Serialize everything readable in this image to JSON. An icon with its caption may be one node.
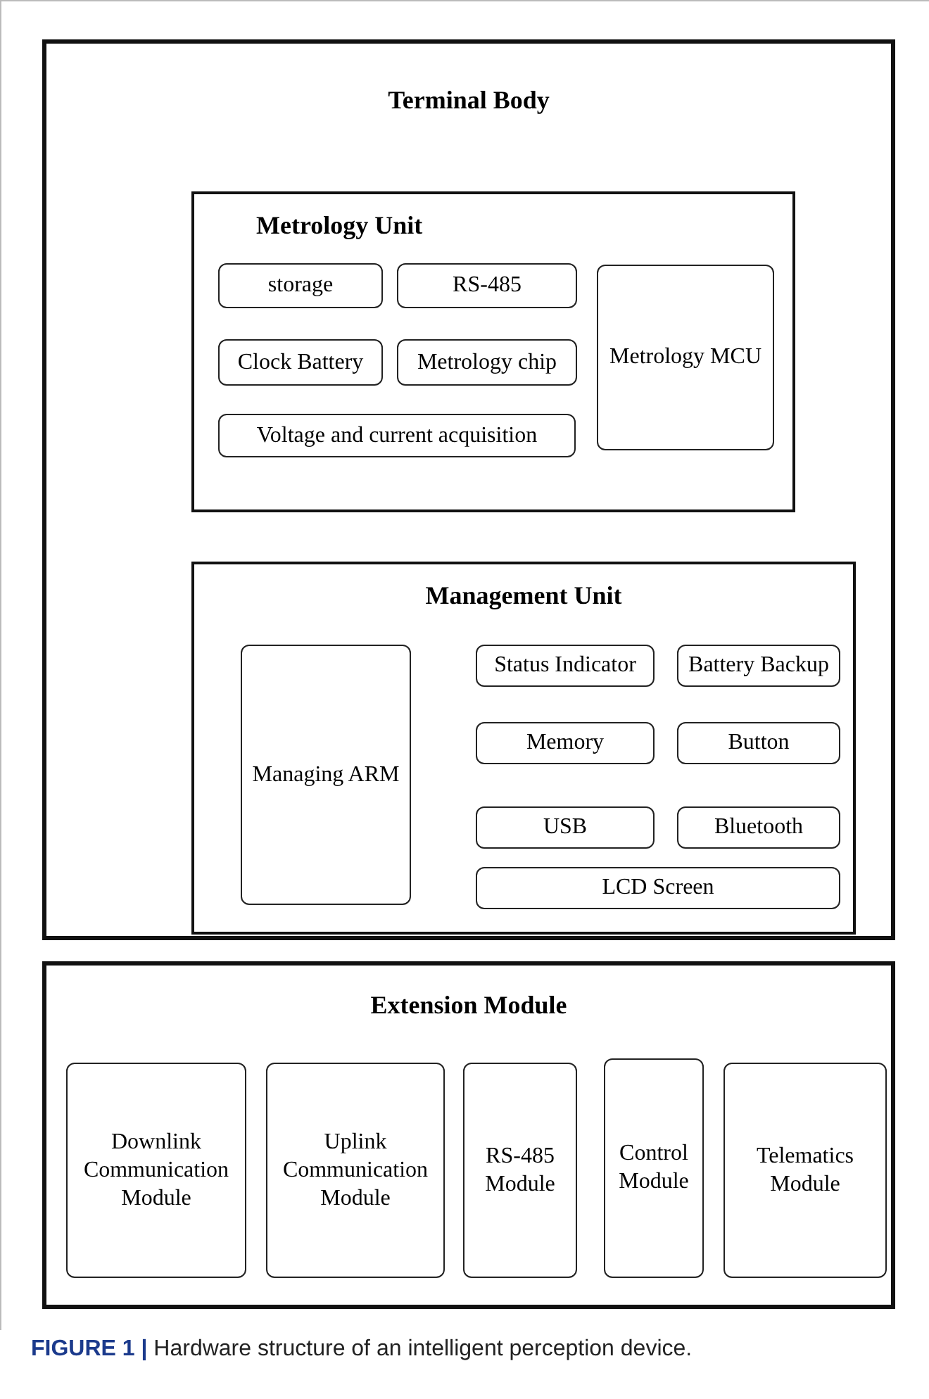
{
  "diagram": {
    "caption": "**FIGURE 1 |** Hardware structure of an intelligent perception device.",
    "nodes": [
      {
        "text": [
          "Terminal Body"
        ]
      },
      {
        "text": [
          "Metrology Unit"
        ],
        "in": 0
      },
      {
        "text": [
          "storage"
        ],
        "in": 1
      },
      {
        "text": [
          "RS-485"
        ],
        "in": 1
      },
      {
        "text": [
          "Metrology MCU"
        ],
        "in": 1
      },
      {
        "text": [
          "Clock Battery"
        ],
        "in": 1
      },
      {
        "text": [
          "Metrology chip"
        ],
        "in": 1
      },
      {
        "text": [
          "Voltage and current acquisition"
        ],
        "in": 1
      },
      {
        "text": [
          "Management Unit"
        ],
        "in": 0
      },
      {
        "text": [
          "Managing ARM"
        ],
        "in": 8
      },
      {
        "text": [
          "Status Indicator"
        ],
        "in": 8
      },
      {
        "text": [
          "Battery Backup"
        ],
        "in": 8
      },
      {
        "text": [
          "Memory"
        ],
        "in": 8
      },
      {
        "text": [
          "Button"
        ],
        "in": 8
      },
      {
        "text": [
          "USB"
        ],
        "in": 8
      },
      {
        "text": [
          "Bluetooth"
        ],
        "in": 8
      },
      {
        "text": [
          "LCD Screen"
        ],
        "in": 8
      },
      {
        "text": [
          "Extension Module"
        ]
      },
      {
        "text": [
          "Downlink Communication Module"
        ],
        "in": 17
      },
      {
        "text": [
          "Uplink Communication Module"
        ],
        "in": 17
      },
      {
        "text": [
          "RS-485 Module"
        ],
        "in": 17
      },
      {
        "text": [
          "Control Module"
        ],
        "in": 17
      },
      {
        "text": [
          "Telematics Module"
        ],
        "in": 17
      }
    ],
    "edges": []
  }
}
